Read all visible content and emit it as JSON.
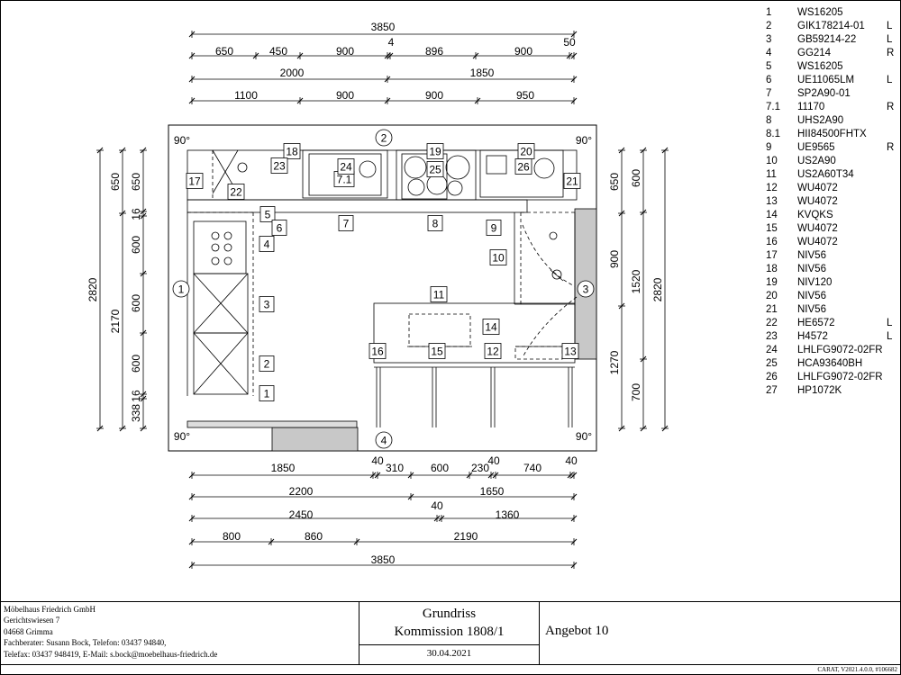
{
  "legend": [
    {
      "num": "1",
      "code": "WS16205",
      "side": ""
    },
    {
      "num": "2",
      "code": "GIK178214-01",
      "side": "L"
    },
    {
      "num": "3",
      "code": "GB59214-22",
      "side": "L"
    },
    {
      "num": "4",
      "code": "GG214",
      "side": "R"
    },
    {
      "num": "5",
      "code": "WS16205",
      "side": ""
    },
    {
      "num": "6",
      "code": "UE11065LM",
      "side": "L"
    },
    {
      "num": "7",
      "code": "SP2A90-01",
      "side": ""
    },
    {
      "num": "7.1",
      "code": "11170",
      "side": "R"
    },
    {
      "num": "8",
      "code": "UHS2A90",
      "side": ""
    },
    {
      "num": "8.1",
      "code": "HII84500FHTX",
      "side": ""
    },
    {
      "num": "9",
      "code": "UE9565",
      "side": "R"
    },
    {
      "num": "10",
      "code": "US2A90",
      "side": ""
    },
    {
      "num": "11",
      "code": "US2A60T34",
      "side": ""
    },
    {
      "num": "12",
      "code": "WU4072",
      "side": ""
    },
    {
      "num": "13",
      "code": "WU4072",
      "side": ""
    },
    {
      "num": "14",
      "code": "KVQKS",
      "side": ""
    },
    {
      "num": "15",
      "code": "WU4072",
      "side": ""
    },
    {
      "num": "16",
      "code": "WU4072",
      "side": ""
    },
    {
      "num": "17",
      "code": "NIV56",
      "side": ""
    },
    {
      "num": "18",
      "code": "NIV56",
      "side": ""
    },
    {
      "num": "19",
      "code": "NIV120",
      "side": ""
    },
    {
      "num": "20",
      "code": "NIV56",
      "side": ""
    },
    {
      "num": "21",
      "code": "NIV56",
      "side": ""
    },
    {
      "num": "22",
      "code": "HE6572",
      "side": "L"
    },
    {
      "num": "23",
      "code": "H4572",
      "side": "L"
    },
    {
      "num": "24",
      "code": "LHLFG9072-02FR",
      "side": ""
    },
    {
      "num": "25",
      "code": "HCA93640BH",
      "side": ""
    },
    {
      "num": "26",
      "code": "LHLFG9072-02FR",
      "side": ""
    },
    {
      "num": "27",
      "code": "HP1072K",
      "side": ""
    }
  ],
  "dimensions": {
    "top_row1": [
      "3850"
    ],
    "top_row2": [
      "650",
      "450",
      "900",
      "4",
      "896",
      "900",
      "50"
    ],
    "top_row3": [
      "2000",
      "1850"
    ],
    "top_row4": [
      "1100",
      "900",
      "900",
      "950"
    ],
    "bottom_row1": [
      "1850",
      "40",
      "310",
      "600",
      "230",
      "40",
      "740",
      "40"
    ],
    "bottom_row2": [
      "2200",
      "1650"
    ],
    "bottom_row3": [
      "2450",
      "40",
      "1360"
    ],
    "bottom_row4": [
      "800",
      "860",
      "2190"
    ],
    "bottom_row5": [
      "3850"
    ],
    "left_outer": [
      "2820"
    ],
    "left_mid": [
      "650",
      "2170"
    ],
    "left_inner": [
      "650",
      "16",
      "600",
      "600",
      "600",
      "16",
      "338"
    ],
    "right_inner": [
      "650",
      "900",
      "1270"
    ],
    "right_mid": [
      "600",
      "1520",
      "700"
    ],
    "right_outer": [
      "2820"
    ]
  },
  "walls": [
    "1",
    "2",
    "3",
    "4"
  ],
  "corner_angle": "90°",
  "unit_labels": [
    "1",
    "2",
    "3",
    "4",
    "5",
    "6",
    "7",
    "7.1",
    "8",
    "9",
    "10",
    "11",
    "12",
    "13",
    "14",
    "15",
    "16",
    "17",
    "18",
    "19",
    "20",
    "21",
    "22",
    "23",
    "24",
    "25",
    "26"
  ],
  "title_block": {
    "company": "Möbelhaus Friedrich GmbH",
    "street": "Gerichtswiesen 7",
    "city": "04668 Grimma",
    "advisor": "Fachberater: Susann Bock, Telefon: 03437 94840,",
    "contact": "Telefax: 03437 948419, E-Mail: s.bock@moebelhaus-friedrich.de",
    "doc_type": "Grundriss",
    "commission": "Kommission 1808/1",
    "date": "30.04.2021",
    "offer": "Angebot 10",
    "software": "CARAT, V2021.4.0.0, #106682"
  },
  "colors": {
    "line": "#000000",
    "wall_fill": "#c8c8c8"
  }
}
